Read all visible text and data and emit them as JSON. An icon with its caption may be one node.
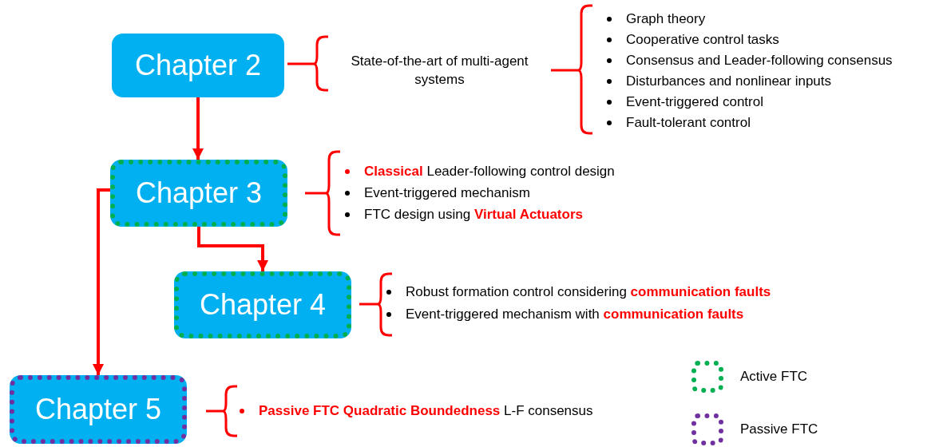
{
  "diagram": {
    "nodes": [
      {
        "text": [
          "Chapter 2"
        ]
      },
      {
        "text": [
          "Chapter 3"
        ]
      },
      {
        "text": [
          "Chapter 4"
        ]
      },
      {
        "text": [
          "Chapter 5"
        ]
      }
    ],
    "edges": [
      {
        "from": 0,
        "to": 1,
        "arrow": "to"
      },
      {
        "from": 1,
        "to": 2,
        "arrow": "to"
      },
      {
        "from": 1,
        "to": 3,
        "arrow": "to"
      }
    ],
    "labels": [
      "State-of-the-art of multi-agent systems",
      "Graph theory",
      "Cooperative control tasks",
      "Consensus and Leader-following consensus",
      "Disturbances and nonlinear inputs",
      "Event-triggered control",
      "Fault-tolerant control",
      "**Classical** Leader-following control design",
      "Event-triggered mechanism",
      "FTC design using **Virtual Actuators**",
      "Robust formation control considering **communication faults**",
      "Event-triggered mechanism with **communication faults**",
      "**Passive FTC Quadratic Boundedness** L-F consensus"
    ],
    "legend": [
      {
        "text": "Active FTC"
      },
      {
        "text": "Passive FTC"
      }
    ]
  }
}
